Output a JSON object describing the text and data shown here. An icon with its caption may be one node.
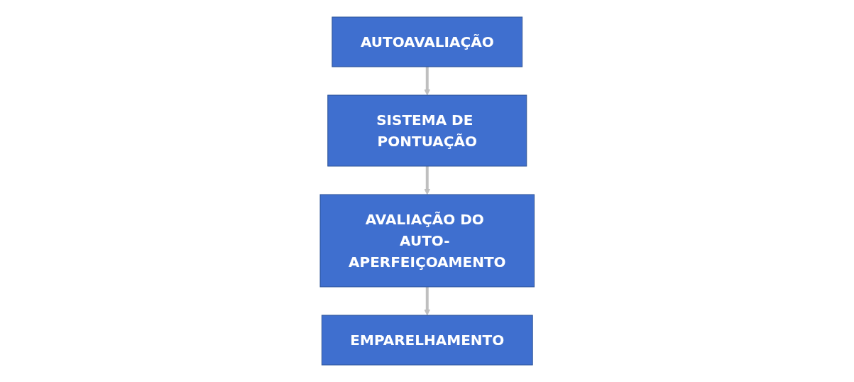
{
  "diagram": {
    "nodes": [
      {
        "text": [
          "AUTOAVALIAÇÃO"
        ]
      },
      {
        "text": [
          "SISTEMA DE PONTUAÇÃO"
        ]
      },
      {
        "text": [
          "AVALIAÇÃO DO AUTO- APERFEIÇOAMENTO"
        ]
      },
      {
        "text": [
          "EMPARELHAMENTO"
        ]
      }
    ],
    "edges": [
      {
        "from": 0,
        "to": 1,
        "arrow": "to"
      },
      {
        "from": 1,
        "to": 2,
        "arrow": "to"
      },
      {
        "from": 2,
        "to": 3,
        "arrow": "to"
      }
    ]
  }
}
